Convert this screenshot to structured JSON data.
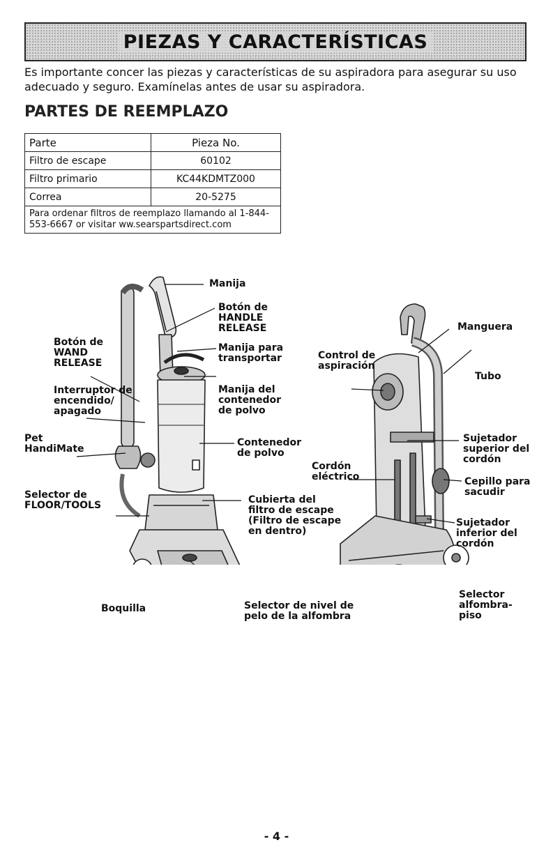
{
  "header": {
    "title": "PIEZAS Y CARACTERÍSTICAS"
  },
  "intro": "Es importante concer las piezas y características de su aspiradora para asegurar su uso adecuado y seguro.  Examínelas antes de usar su aspiradora.",
  "section_title": "PARTES DE REEMPLAZO",
  "table": {
    "headers": [
      "Parte",
      "Pieza No."
    ],
    "rows": [
      [
        "Filtro de escape",
        "60102"
      ],
      [
        "Filtro primario",
        "KC44KDMTZ000"
      ],
      [
        "Correa",
        "20-5275"
      ]
    ],
    "note": "Para ordenar filtros de reemplazo llamando al 1-844-553-6667 or visitar ww.searspartsdirect.com"
  },
  "labels": {
    "manija": "Manija",
    "boton_handle": "Botón de\nHANDLE\nRELEASE",
    "boton_wand": "Botón de\nWAND\nRELEASE",
    "manija_transporte": "Manija para\ntransportar",
    "interruptor": "Interruptor de\nencendido/\napagado",
    "manija_contenedor": "Manija del\ncontenedor\nde polvo",
    "pet": "Pet\nHandiMate",
    "contenedor": "Contenedor\nde polvo",
    "selector_floor": "Selector de\nFLOOR/TOOLS",
    "cubierta": "Cubierta del\nfiltro de escape\n(Filtro de escape\nen dentro)",
    "boquilla": "Boquilla",
    "selector_nivel": "Selector de nivel de\npelo de la alfombra",
    "control": "Control de\naspiración",
    "manguera": "Manguera",
    "tubo": "Tubo",
    "sujetador_sup": "Sujetador\nsuperior del\ncordón",
    "cordon": "Cordón\neléctrico",
    "cepillo": "Cepillo para\nsacudir",
    "sujetador_inf": "Sujetador\ninferior del\ncordón",
    "selector_piso": "Selector\nalfombra-\npiso"
  },
  "footer": {
    "page_number": "- 4 -"
  }
}
